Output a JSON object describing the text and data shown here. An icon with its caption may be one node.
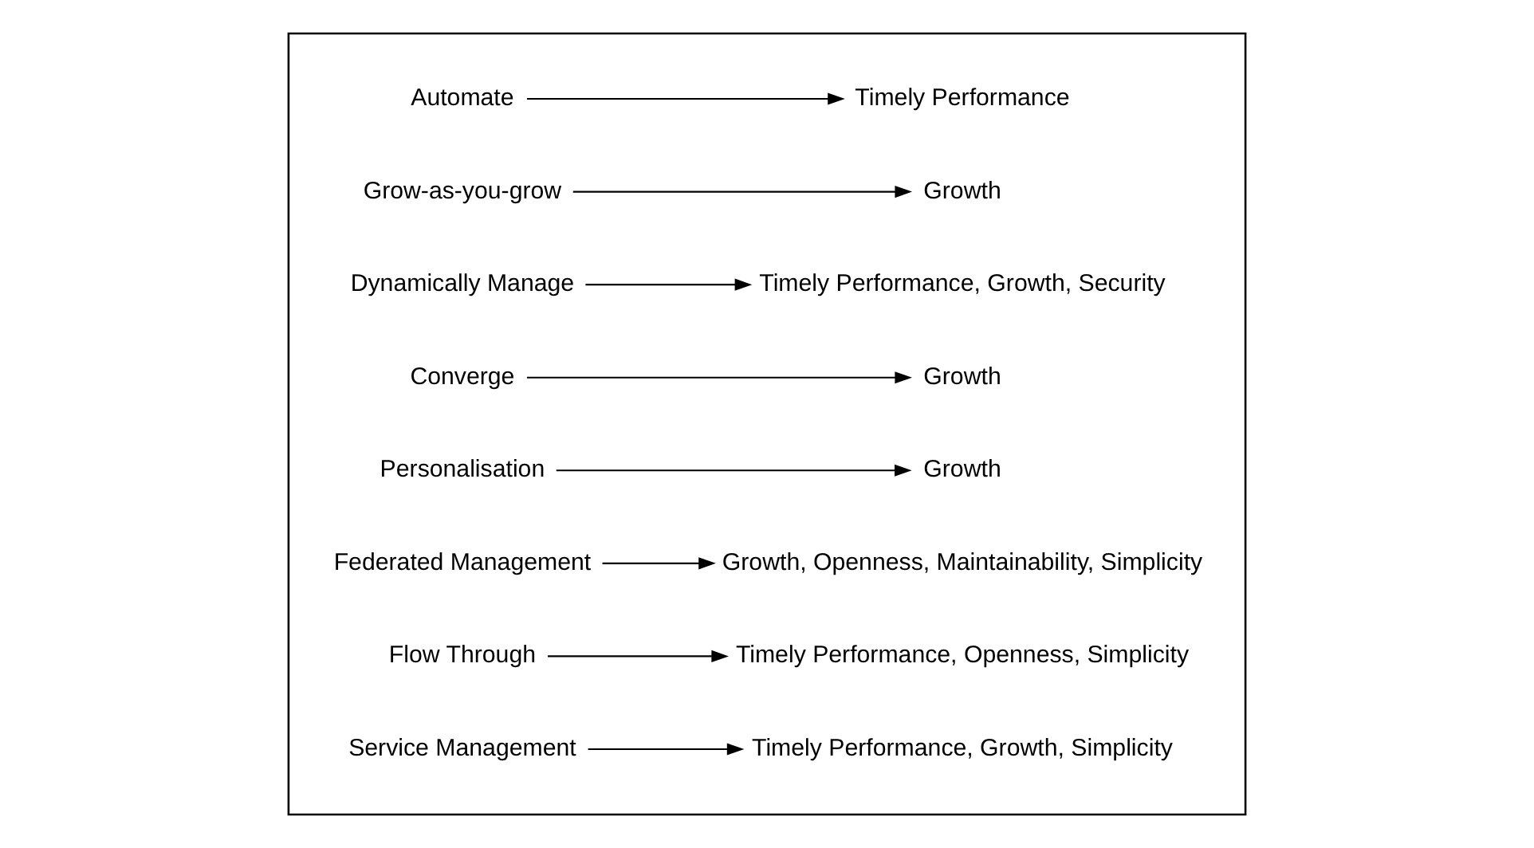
{
  "diagram": {
    "nodes": [
      {
        "text": [],
        "shape": "box"
      },
      {
        "text": [
          "Automate"
        ],
        "in": 0
      },
      {
        "text": [
          "Timely Performance"
        ],
        "in": 0
      },
      {
        "text": [
          "Grow-as-you-grow"
        ],
        "in": 0
      },
      {
        "text": [
          "Growth"
        ],
        "in": 0
      },
      {
        "text": [
          "Dynamically Manage"
        ],
        "in": 0
      },
      {
        "text": [
          "Timely Performance, Growth, Security"
        ],
        "in": 0
      },
      {
        "text": [
          "Converge"
        ],
        "in": 0
      },
      {
        "text": [
          "Growth"
        ],
        "in": 0
      },
      {
        "text": [
          "Personalisation"
        ],
        "in": 0
      },
      {
        "text": [
          "Growth"
        ],
        "in": 0
      },
      {
        "text": [
          "Federated Management"
        ],
        "in": 0
      },
      {
        "text": [
          "Growth, Openness, Maintainability, Simplicity"
        ],
        "in": 0
      },
      {
        "text": [
          "Flow Through"
        ],
        "in": 0
      },
      {
        "text": [
          "Timely Performance, Openness, Simplicity"
        ],
        "in": 0
      },
      {
        "text": [
          "Service Management"
        ],
        "in": 0
      },
      {
        "text": [
          "Timely Performance, Growth, Simplicity"
        ],
        "in": 0
      }
    ],
    "edges": [
      {
        "from": 1,
        "to": 2,
        "arrow": "to"
      },
      {
        "from": 3,
        "to": 4,
        "arrow": "to"
      },
      {
        "from": 5,
        "to": 6,
        "arrow": "to"
      },
      {
        "from": 7,
        "to": 8,
        "arrow": "to"
      },
      {
        "from": 9,
        "to": 10,
        "arrow": "to"
      },
      {
        "from": 11,
        "to": 12,
        "arrow": "to"
      },
      {
        "from": 13,
        "to": 14,
        "arrow": "to"
      },
      {
        "from": 15,
        "to": 16,
        "arrow": "to"
      }
    ]
  }
}
